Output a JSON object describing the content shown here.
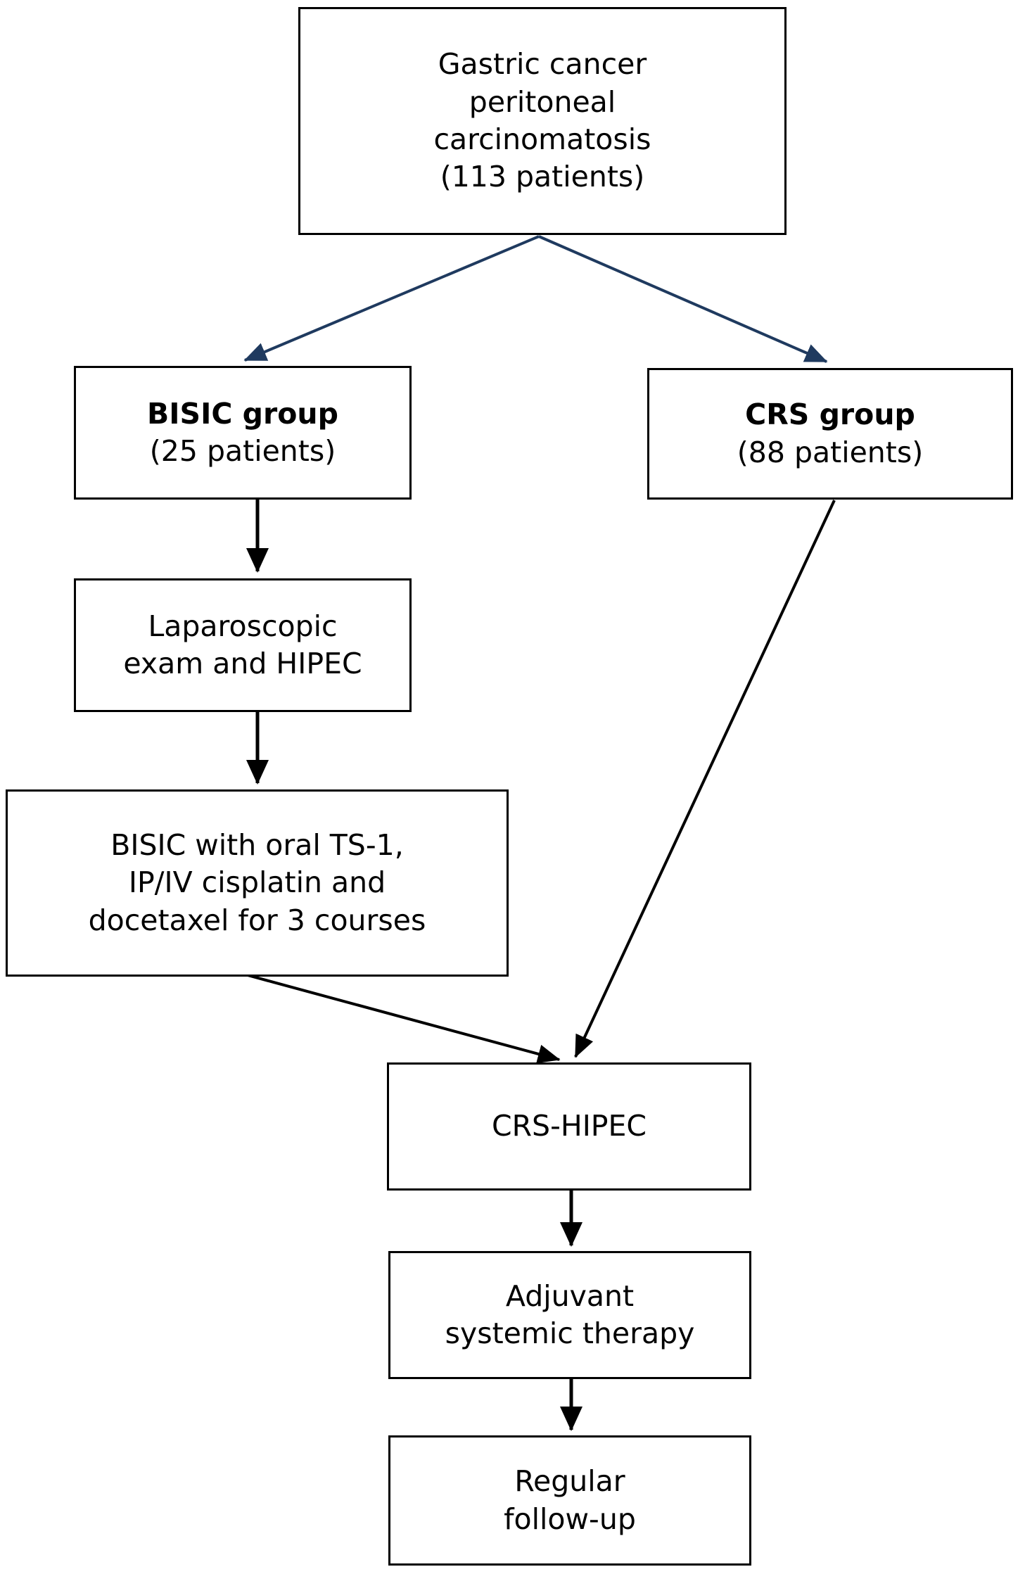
{
  "diagram": {
    "title": "Gastric cancer peritoneal carcinomatosis treatment flowchart",
    "type": "flowchart",
    "colors": {
      "box_border": "#000000",
      "box_fill": "#ffffff",
      "text": "#000000",
      "split_arrow": "#1F3A5F",
      "flow_arrow": "#000000"
    },
    "nodes": {
      "source": {
        "lines": [
          "Gastric cancer",
          "peritoneal",
          "carcinomatosis",
          "(113 patients)"
        ],
        "line1": "Gastric cancer",
        "line2": "peritoneal",
        "line3": "carcinomatosis",
        "line4": "(113 patients)",
        "patients": 113
      },
      "bisic_group": {
        "line1": "BISIC group",
        "line2": "(25 patients)",
        "patients": 25,
        "emphasis": "bold-first-line"
      },
      "crs_group": {
        "line1": "CRS group",
        "line2": "(88 patients)",
        "patients": 88,
        "emphasis": "bold-first-line"
      },
      "lap_hipec": {
        "line1": "Laparoscopic",
        "line2": "exam and HIPEC"
      },
      "bisic_regimen": {
        "line1": "BISIC with oral TS-1,",
        "line2": "IP/IV cisplatin and",
        "line3": "docetaxel for 3 courses",
        "courses": 3
      },
      "crs_hipec": {
        "line1": "CRS-HIPEC"
      },
      "adjuvant": {
        "line1": "Adjuvant",
        "line2": "systemic therapy"
      },
      "followup": {
        "line1": "Regular",
        "line2": "follow-up"
      }
    },
    "edges": [
      {
        "id": "source-to-bisic",
        "from": "source",
        "to": "bisic_group",
        "style": "diagonal",
        "color": "#1F3A5F"
      },
      {
        "id": "source-to-crs",
        "from": "source",
        "to": "crs_group",
        "style": "diagonal",
        "color": "#1F3A5F"
      },
      {
        "id": "bisic-to-lap",
        "from": "bisic_group",
        "to": "lap_hipec",
        "style": "vertical",
        "color": "#000000"
      },
      {
        "id": "lap-to-regimen",
        "from": "lap_hipec",
        "to": "bisic_regimen",
        "style": "vertical",
        "color": "#000000"
      },
      {
        "id": "regimen-to-crshipec",
        "from": "bisic_regimen",
        "to": "crs_hipec",
        "style": "diagonal",
        "color": "#000000"
      },
      {
        "id": "crsgroup-to-crshipec",
        "from": "crs_group",
        "to": "crs_hipec",
        "style": "diagonal",
        "color": "#000000"
      },
      {
        "id": "crshipec-to-adjuvant",
        "from": "crs_hipec",
        "to": "adjuvant",
        "style": "vertical",
        "color": "#000000"
      },
      {
        "id": "adjuvant-to-followup",
        "from": "adjuvant",
        "to": "followup",
        "style": "vertical",
        "color": "#000000"
      }
    ]
  }
}
